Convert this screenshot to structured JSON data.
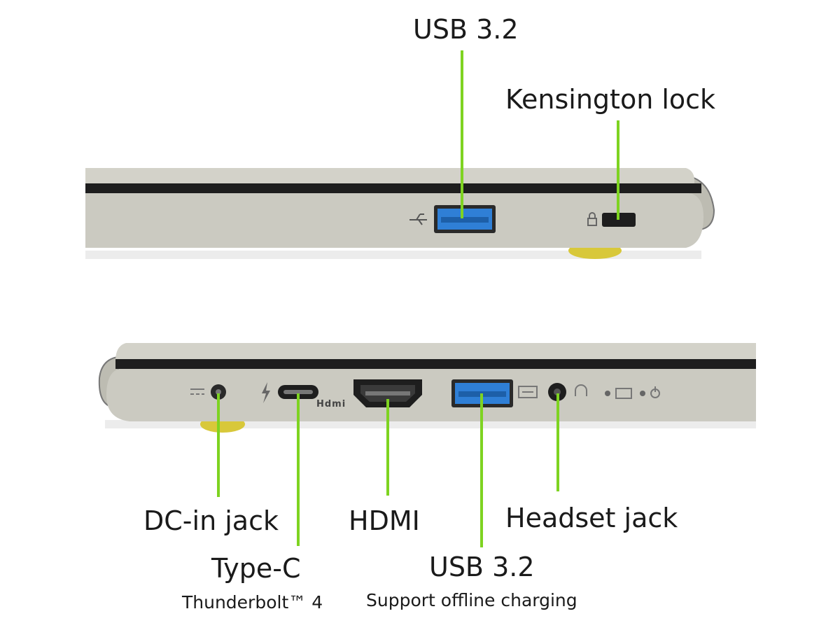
{
  "top_labels": {
    "usb": "USB 3.2",
    "kensington": "Kensington lock"
  },
  "bottom_labels": {
    "dc_in": "DC-in jack",
    "type_c": "Type-C",
    "type_c_sub": "Thunderbolt™ 4",
    "hdmi": "HDMI",
    "usb": "USB 3.2",
    "usb_sub": "Support offline charging",
    "headset": "Headset jack"
  },
  "port_markings": {
    "hdmi_logo": "Hdmi"
  },
  "colors": {
    "leader_line": "#7ed321",
    "chassis": "#cbcac1",
    "usb_port": "#2f7fd6",
    "foot": "#d8c83a"
  }
}
